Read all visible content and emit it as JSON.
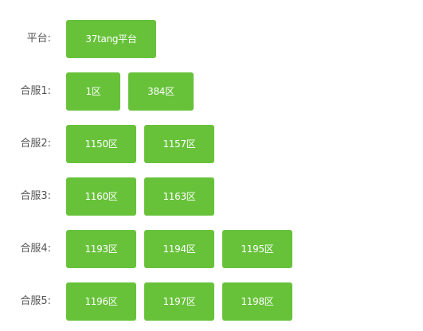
{
  "rows": [
    {
      "label": "平台:",
      "buttons": [
        "37tang平台"
      ]
    },
    {
      "label": "合服1:",
      "buttons": [
        "1区",
        "384区"
      ]
    },
    {
      "label": "合服2:",
      "buttons": [
        "1150区",
        "1157区"
      ]
    },
    {
      "label": "合服3:",
      "buttons": [
        "1160区",
        "1163区"
      ]
    },
    {
      "label": "合服4:",
      "buttons": [
        "1193区",
        "1194区",
        "1195区"
      ]
    },
    {
      "label": "合服5:",
      "buttons": [
        "1196区",
        "1197区",
        "1198区"
      ]
    }
  ],
  "colors": {
    "button_bg": "#67c23a",
    "button_text": "#ffffff",
    "label_text": "#555555"
  }
}
